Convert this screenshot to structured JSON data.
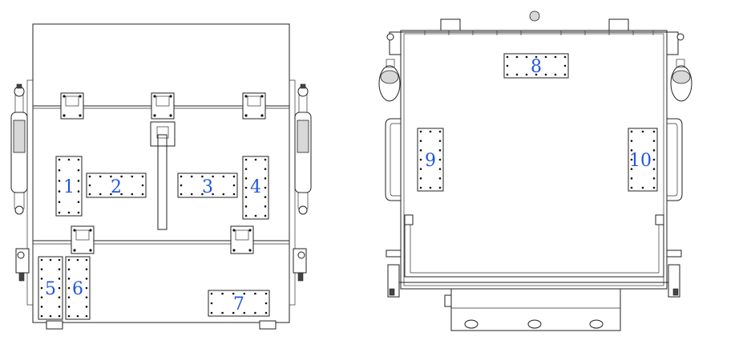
{
  "panels": [
    {
      "id": "panel-1",
      "label": "1"
    },
    {
      "id": "panel-2",
      "label": "2"
    },
    {
      "id": "panel-3",
      "label": "3"
    },
    {
      "id": "panel-4",
      "label": "4"
    },
    {
      "id": "panel-5",
      "label": "5"
    },
    {
      "id": "panel-6",
      "label": "6"
    },
    {
      "id": "panel-7",
      "label": "7"
    },
    {
      "id": "panel-8",
      "label": "8"
    },
    {
      "id": "panel-9",
      "label": "9"
    },
    {
      "id": "panel-10",
      "label": "10"
    }
  ],
  "colors": {
    "label": "#2255dd",
    "line": "#222222"
  }
}
